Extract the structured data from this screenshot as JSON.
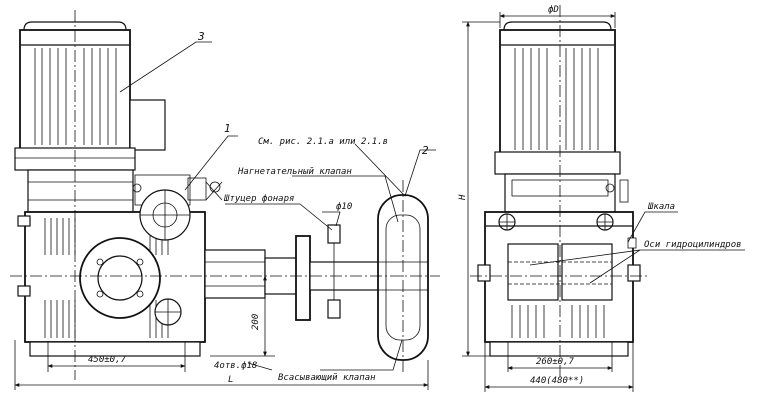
{
  "labels": {
    "item_3": "3",
    "item_1": "1",
    "item_2": "2",
    "ref_figure": "См. рис. 2.1.а или 2.1.в",
    "discharge_valve": "Нагнетательный клапан",
    "lantern_fitting": "Штуцер фонаря",
    "phi10": "ф10",
    "scale": "Шкала",
    "cylinder_axes": "Оси гидроцилиндров",
    "suction_valve": "Всасывающий клапан",
    "holes": "4отв.ф18"
  },
  "dimensions": {
    "base_width": "450±0,7",
    "height_200": "200",
    "overall_length": "L",
    "diameter": "фD",
    "height": "H",
    "mount_width": "260±0,7",
    "side_width": "440(480**)"
  },
  "colors": {
    "line": "#111111",
    "background": "#ffffff"
  }
}
